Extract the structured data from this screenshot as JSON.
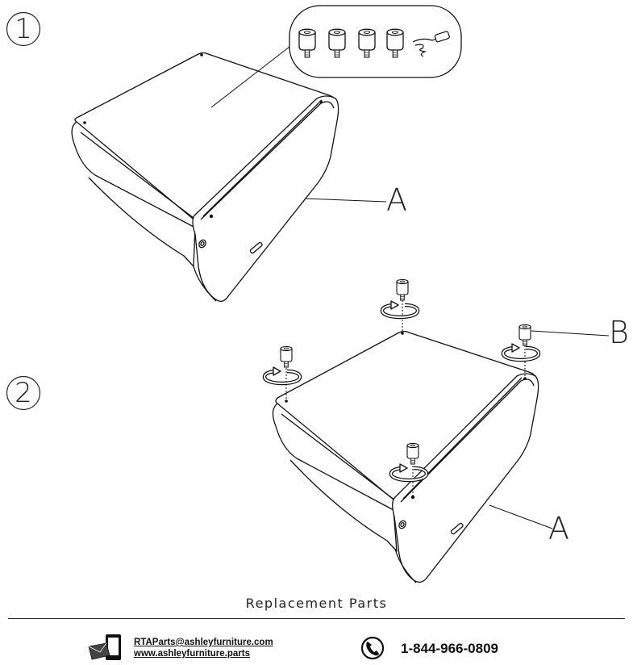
{
  "steps": {
    "step1": "1",
    "step2": "2"
  },
  "callouts": {
    "a_step1": "A",
    "b_step2": "B",
    "a_step2": "A"
  },
  "footer": {
    "title": "Replacement Parts",
    "email": "RTAParts@ashleyfurniture.com",
    "website": "www.ashleyfurniture.parts",
    "phone": "1-844-966-0809"
  },
  "icons": {
    "contact": "email-phone-icon",
    "phone": "phone-icon",
    "rotate": "rotate-arrow-icon",
    "foot": "foot-peg-icon",
    "allen_key": "allen-key-icon"
  }
}
